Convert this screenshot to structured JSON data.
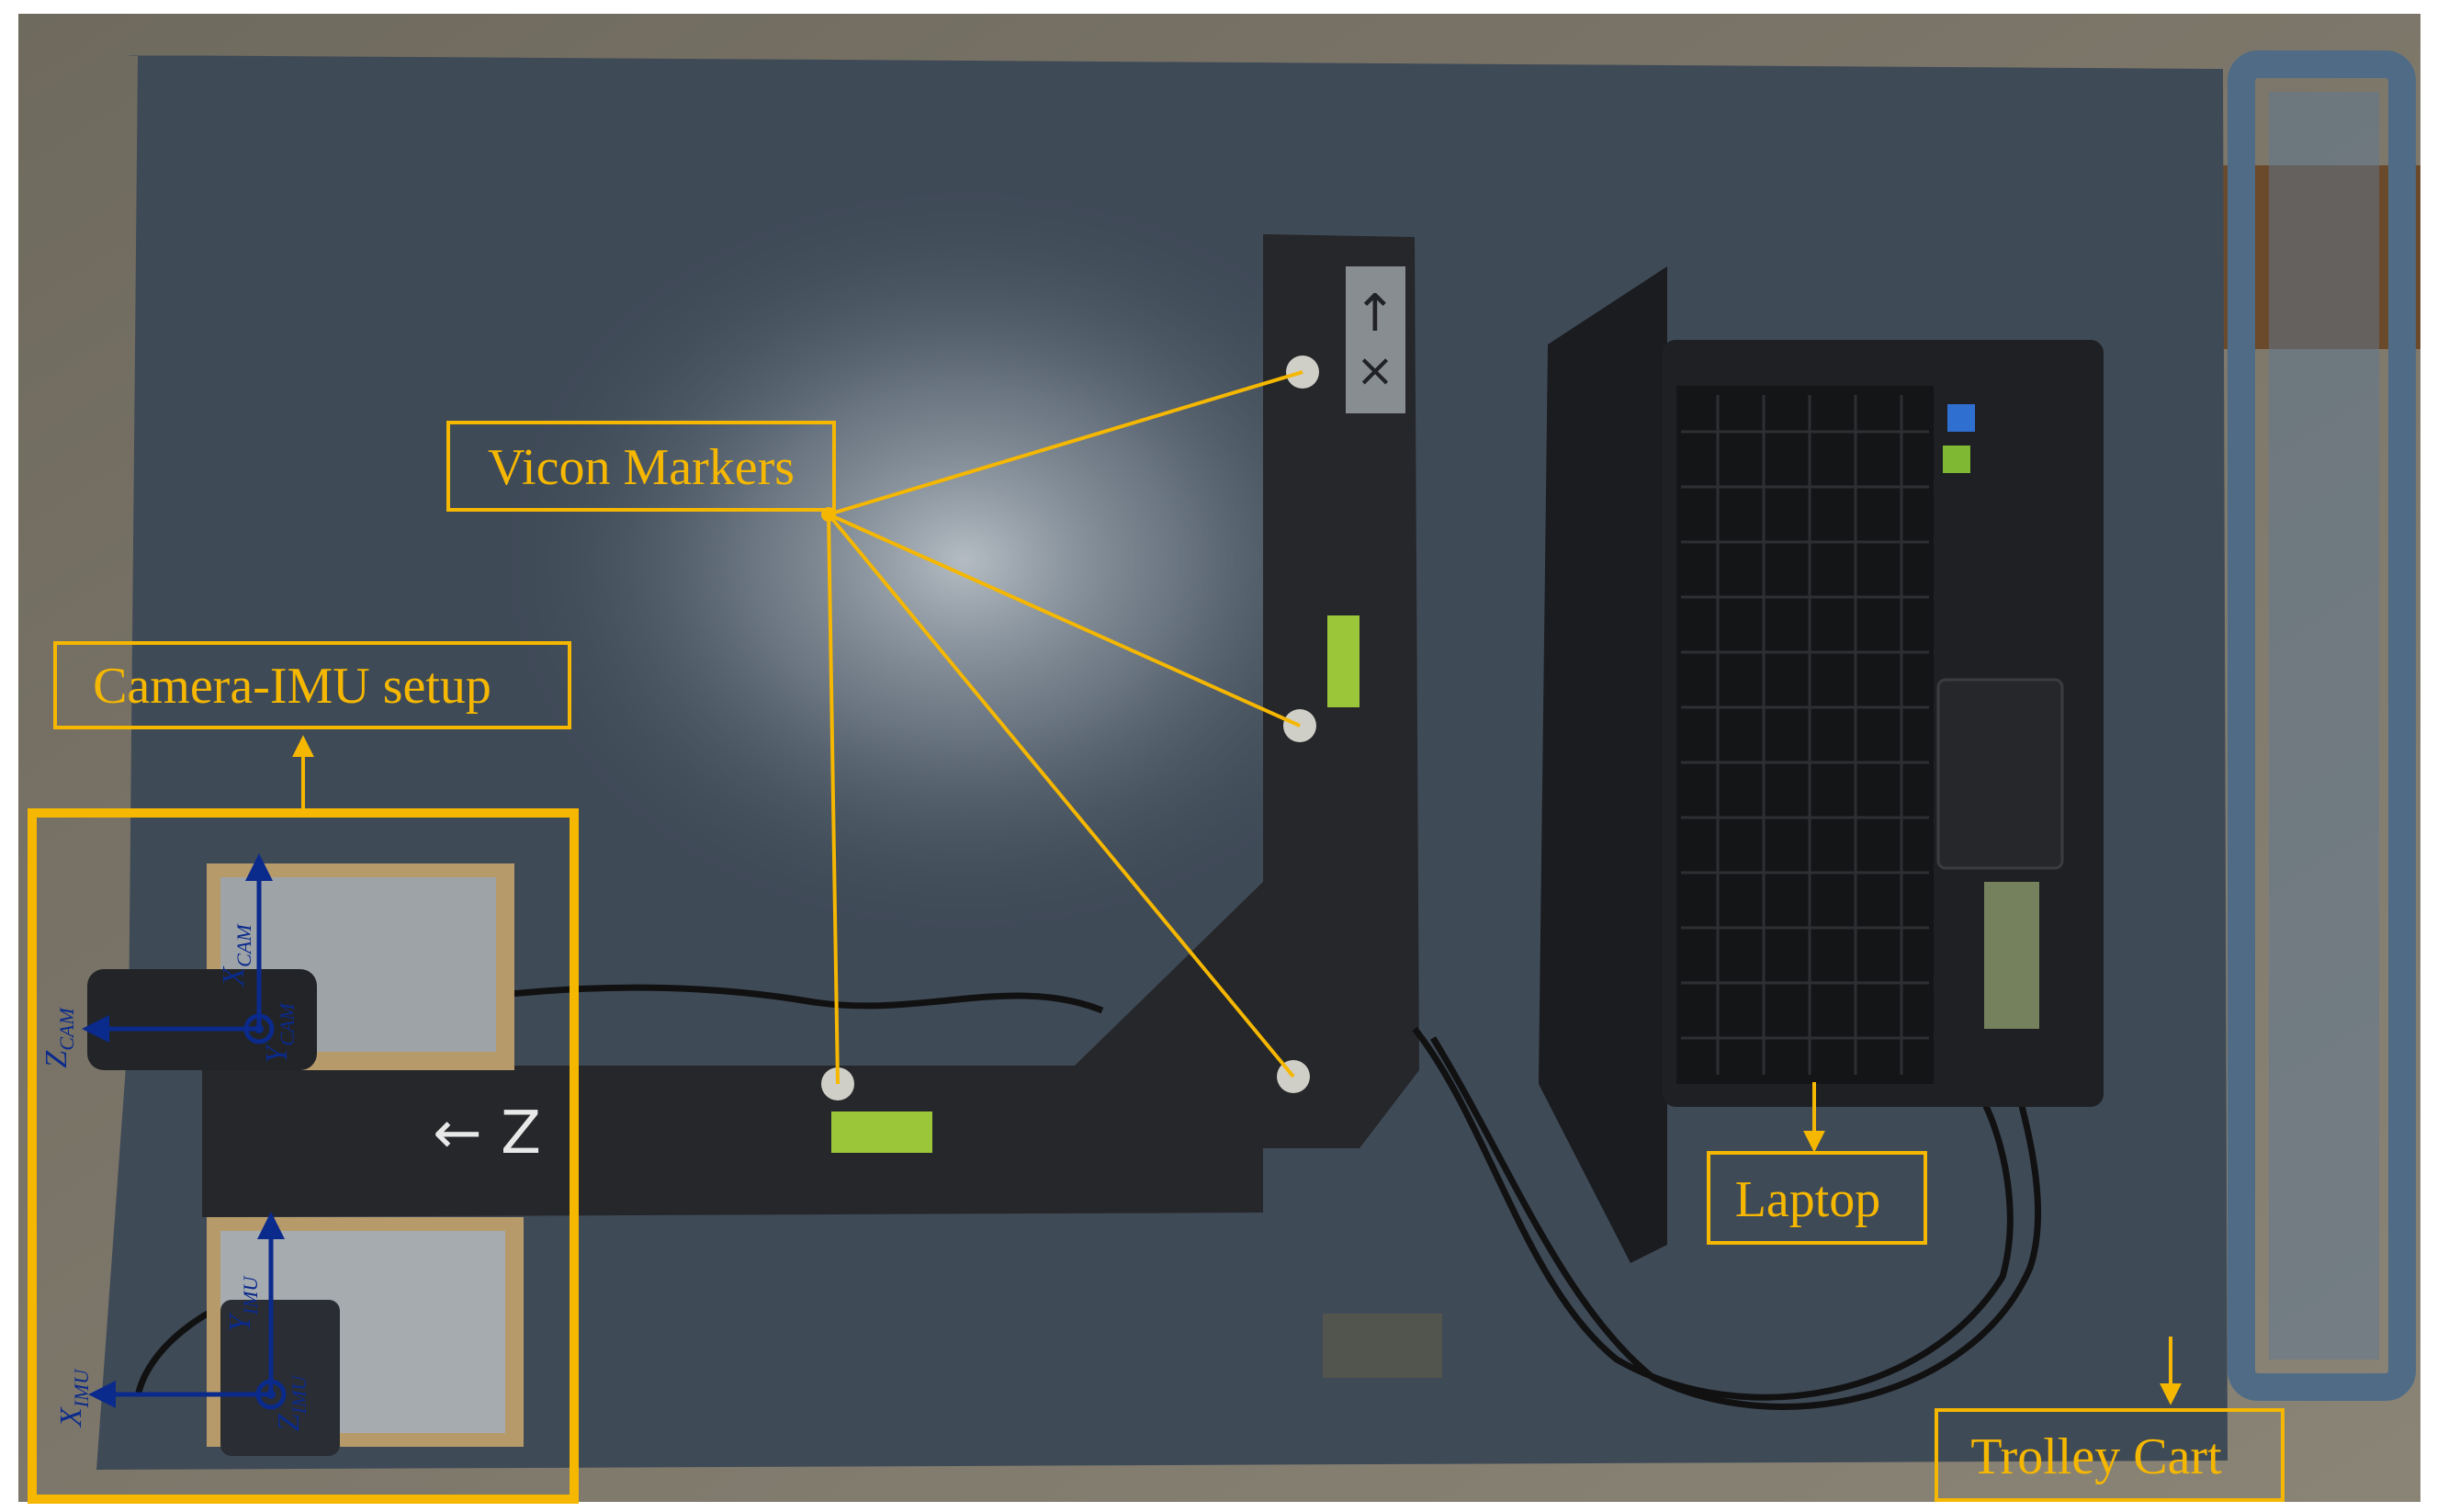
{
  "labels": {
    "vicon_markers": "Vicon Markers",
    "camera_imu_setup": "Camera-IMU setup",
    "laptop": "Laptop",
    "trolley_cart": "Trolley Cart"
  },
  "axes": {
    "cam_x": {
      "main": "X",
      "sub": "CAM"
    },
    "cam_y": {
      "main": "Y",
      "sub": "CAM"
    },
    "cam_z": {
      "main": "Z",
      "sub": "CAM"
    },
    "imu_x": {
      "main": "X",
      "sub": "IMU"
    },
    "imu_y": {
      "main": "Y",
      "sub": "IMU"
    },
    "imu_z": {
      "main": "Z",
      "sub": "IMU"
    }
  },
  "colors": {
    "annotation": "#f5b700",
    "axis": "#0a2a8c",
    "table_top": "#3f4a57",
    "calibration_wand": "#25272a",
    "laptop_body": "#1e2023",
    "trolley_frame": "#4f6b86"
  },
  "icons": [
    "vicon-marker-icon",
    "axis-origin-icon",
    "arrow-up-icon",
    "arrow-down-icon"
  ]
}
